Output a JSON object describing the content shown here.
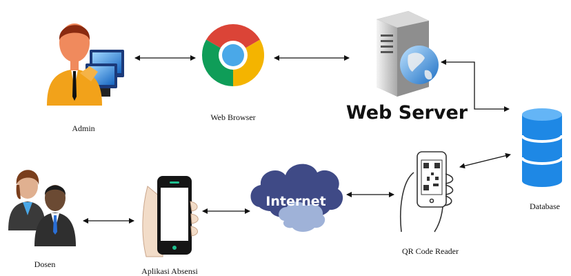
{
  "nodes": {
    "admin": {
      "label": "Admin",
      "icon": "admin-computer-icon"
    },
    "web_browser": {
      "label": "Web Browser",
      "icon": "chrome-browser-icon"
    },
    "web_server": {
      "label": "Web Server",
      "icon": "server-globe-icon"
    },
    "database": {
      "label": "Database",
      "icon": "database-cylinder-icon"
    },
    "dosen": {
      "label": "Dosen",
      "icon": "two-people-icon"
    },
    "aplikasi_absensi": {
      "label": "Aplikasi Absensi",
      "icon": "smartphone-hand-icon"
    },
    "internet": {
      "label": "Internet",
      "icon": "cloud-icon"
    },
    "qr_code_reader": {
      "label": "QR Code Reader",
      "icon": "qr-phone-icon"
    }
  },
  "connections": [
    {
      "from": "admin",
      "to": "web_browser",
      "direction": "both"
    },
    {
      "from": "web_browser",
      "to": "web_server",
      "direction": "both"
    },
    {
      "from": "web_server",
      "to": "database",
      "direction": "both"
    },
    {
      "from": "database",
      "to": "qr_code_reader",
      "direction": "both"
    },
    {
      "from": "qr_code_reader",
      "to": "internet",
      "direction": "both"
    },
    {
      "from": "internet",
      "to": "aplikasi_absensi",
      "direction": "both"
    },
    {
      "from": "aplikasi_absensi",
      "to": "dosen",
      "direction": "both"
    }
  ],
  "colors": {
    "database_blue": "#1e88e5",
    "cloud_navy": "#3f4a86",
    "admin_shirt": "#f2a21a",
    "chrome_red": "#db4437",
    "chrome_green": "#0f9d58",
    "chrome_yellow": "#f4b400",
    "chrome_blue": "#4aa8e8"
  }
}
